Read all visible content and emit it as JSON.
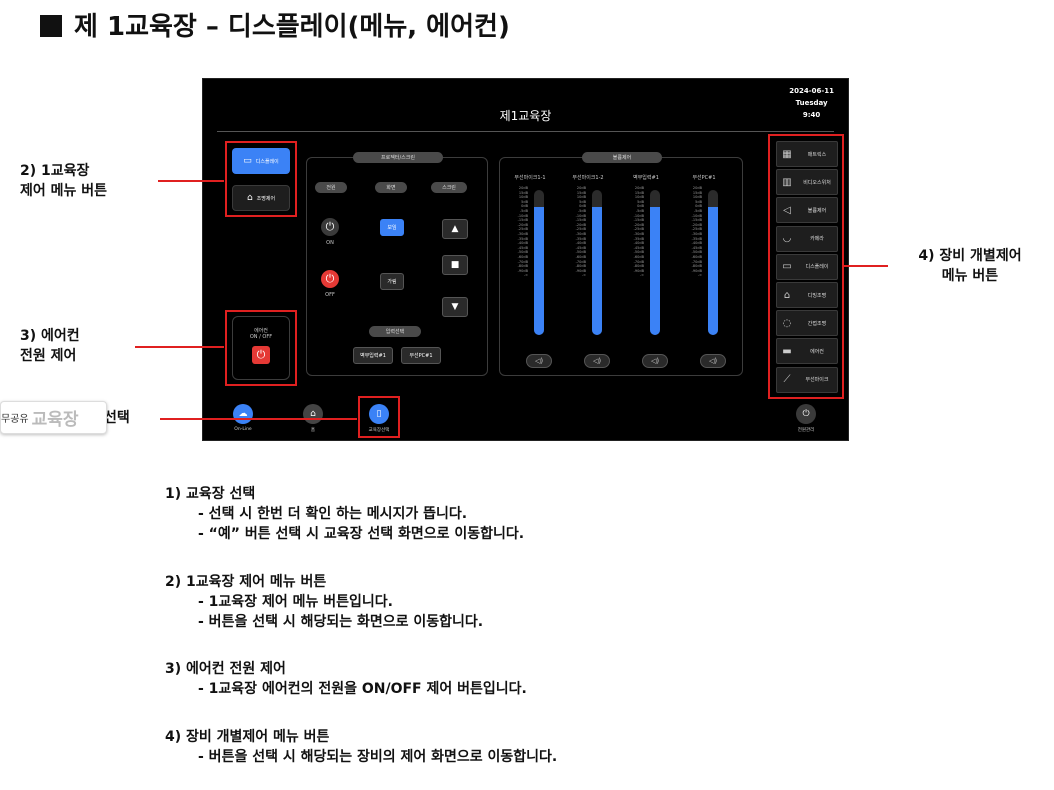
{
  "title": "제 1교육장 – 디스플레이(메뉴, 에어컨)",
  "panel": {
    "date": "2024-06-11",
    "weekday": "Tuesday",
    "time": "9:40",
    "title": "제1교육장",
    "left_menu": [
      {
        "label": "디스플레이",
        "icon": "monitor-icon",
        "active": true
      },
      {
        "label": "조명제어",
        "icon": "lamp-icon",
        "active": false
      }
    ],
    "aircon": {
      "label1": "에어컨",
      "label2": "ON / OFF"
    },
    "projector": {
      "pill": "프로젝터/스크린",
      "columns": [
        "전원",
        "화면",
        "스크린"
      ],
      "on": "ON",
      "off": "OFF",
      "view": "보임",
      "hide": "가림",
      "input_pill": "입력선택",
      "inputs": [
        "벽부입력#1",
        "무선PC#1"
      ]
    },
    "volume": {
      "pill": "볼륨제어",
      "channels": [
        {
          "label": "무선마이크1-1",
          "level": 0.88
        },
        {
          "label": "무선마이크1-2",
          "level": 0.88
        },
        {
          "label": "벽부입력#1",
          "level": 0.88
        },
        {
          "label": "무선PC#1",
          "level": 0.88
        }
      ],
      "ticks": [
        "20dB",
        "15dB",
        "10dB",
        "5dB",
        "0dB",
        "-5dB",
        "-10dB",
        "-15dB",
        "-20dB",
        "-25dB",
        "-30dB",
        "-35dB",
        "-40dB",
        "-45dB",
        "-50dB",
        "-60dB",
        "-70dB",
        "-80dB",
        "-90dB",
        "-∞"
      ]
    },
    "devices": [
      {
        "label": "매트릭스",
        "icon": "matrix-icon"
      },
      {
        "label": "비디오스위처",
        "icon": "video-switcher-icon"
      },
      {
        "label": "볼륨제어",
        "icon": "speaker-icon"
      },
      {
        "label": "카메라",
        "icon": "camera-icon"
      },
      {
        "label": "디스플레이",
        "icon": "monitor-icon"
      },
      {
        "label": "디밍조명",
        "icon": "dimming-light-icon"
      },
      {
        "label": "간접조명",
        "icon": "bulb-icon"
      },
      {
        "label": "에어컨",
        "icon": "aircon-icon"
      },
      {
        "label": "무선마이크",
        "icon": "microphone-icon"
      }
    ],
    "bottom": [
      {
        "label": "On-Line"
      },
      {
        "label": "홈"
      },
      {
        "label": "교육장선택"
      }
    ],
    "power_menu": "전원관리"
  },
  "callouts": {
    "c2_line1": "2) 1교육장",
    "c2_line2": "제어 메뉴 버튼",
    "c3_line1": "3) 에어컨",
    "c3_line2": "전원 제어",
    "c4_line1": "4) 장비 개별제어",
    "c4_line2": "메뉴 버튼",
    "c1_tail": "선택"
  },
  "badge": {
    "small": "무공유",
    "big": "교육장"
  },
  "descriptions": [
    {
      "head": "1) 교육장 선택",
      "items": [
        "- 선택 시 한번 더 확인 하는 메시지가 뜹니다.",
        "- “예” 버튼 선택 시 교육장 선택 화면으로 이동합니다."
      ]
    },
    {
      "head": "2) 1교육장 제어 메뉴 버튼",
      "items": [
        "- 1교육장 제어 메뉴 버튼입니다.",
        "- 버튼을 선택 시 해당되는 화면으로 이동합니다."
      ]
    },
    {
      "head": "3) 에어컨 전원 제어",
      "items": [
        "- 1교육장 에어컨의 전원을 ON/OFF 제어 버튼입니다."
      ]
    },
    {
      "head": "4) 장비 개별제어 메뉴 버튼",
      "items": [
        "- 버튼을 선택 시 해당되는 장비의 제어 화면으로 이동합니다."
      ]
    }
  ]
}
